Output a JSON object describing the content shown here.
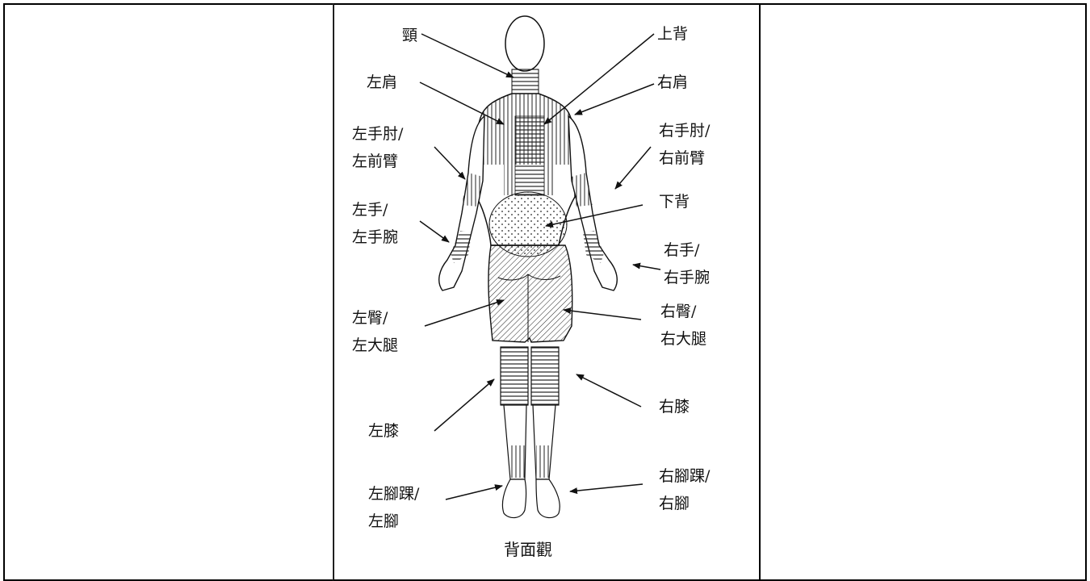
{
  "diagram": {
    "caption": "背面觀",
    "labels": {
      "neck": "頸",
      "upper_back": "上背",
      "left_shoulder": "左肩",
      "right_shoulder": "右肩",
      "left_elbow_1": "左手肘/",
      "left_elbow_2": "左前臂",
      "right_elbow_1": "右手肘/",
      "right_elbow_2": "右前臂",
      "lower_back": "下背",
      "left_hand_1": "左手/",
      "left_hand_2": "左手腕",
      "right_hand_1": "右手/",
      "right_hand_2": "右手腕",
      "left_hip_1": "左臀/",
      "left_hip_2": "左大腿",
      "right_hip_1": "右臀/",
      "right_hip_2": "右大腿",
      "left_knee": "左膝",
      "right_knee": "右膝",
      "left_ankle_1": "左腳踝/",
      "left_ankle_2": "左腳",
      "right_ankle_1": "右腳踝/",
      "right_ankle_2": "右腳"
    }
  }
}
